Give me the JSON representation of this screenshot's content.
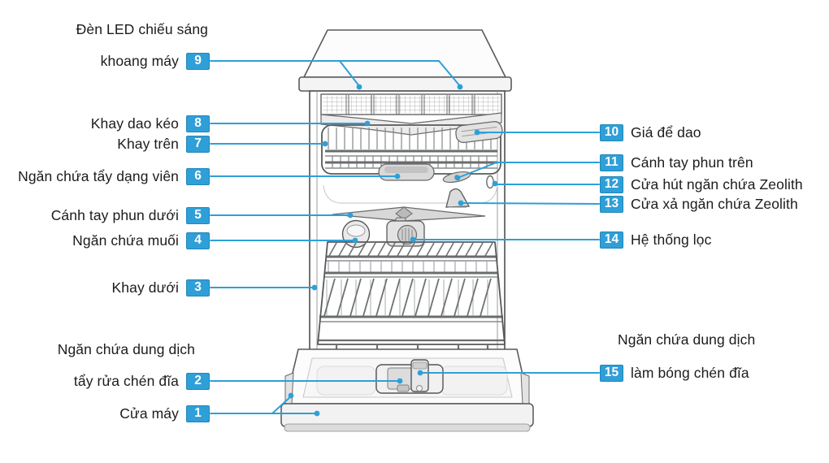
{
  "diagram": {
    "subject": "dishwasher-cutaway-front-view",
    "accent_color": "#2f9fd8",
    "badge_color": "#2f9fd8",
    "badge_border_color": "#2187ba",
    "text_color": "#1c1c1c",
    "line_art_color": "#58595b"
  },
  "callouts": {
    "left": [
      {
        "number": "9",
        "label": "khoang máy",
        "label_above": "Đèn LED chiếu sáng"
      },
      {
        "number": "8",
        "label": "Khay dao kéo"
      },
      {
        "number": "7",
        "label": "Khay trên"
      },
      {
        "number": "6",
        "label": "Ngăn chứa tẩy dạng viên"
      },
      {
        "number": "5",
        "label": "Cánh tay phun dưới"
      },
      {
        "number": "4",
        "label": "Ngăn chứa muối"
      },
      {
        "number": "3",
        "label": "Khay dưới"
      },
      {
        "number": "2",
        "label": "tẩy rửa chén đĩa",
        "label_above": "Ngăn chứa dung dịch"
      },
      {
        "number": "1",
        "label": "Cửa máy"
      }
    ],
    "right": [
      {
        "number": "10",
        "label": "Giá để dao"
      },
      {
        "number": "11",
        "label": "Cánh tay phun trên"
      },
      {
        "number": "12",
        "label": "Cửa hút ngăn chứa Zeolith"
      },
      {
        "number": "13",
        "label": "Cửa xả ngăn chứa Zeolith"
      },
      {
        "number": "14",
        "label": "Hệ thống lọc"
      },
      {
        "number": "15",
        "label": "làm bóng chén đĩa",
        "label_above": "Ngăn chứa dung dịch"
      }
    ]
  }
}
